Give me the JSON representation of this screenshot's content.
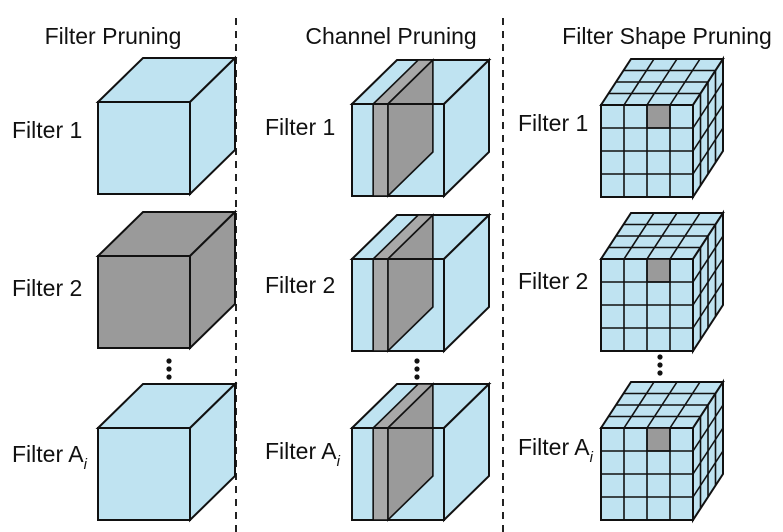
{
  "colors": {
    "kept": "#bfe3f1",
    "pruned": "#9a9a9a",
    "pruned_light": "#a8a8a8",
    "edge": "#111111"
  },
  "panels": [
    {
      "title": "Filter Pruning",
      "filters": [
        {
          "label": "Filter 1",
          "subscript": "",
          "state": "kept"
        },
        {
          "label": "Filter 2",
          "subscript": "",
          "state": "pruned"
        },
        {
          "label": "Filter A",
          "subscript": "i",
          "state": "kept"
        }
      ]
    },
    {
      "title": "Channel Pruning",
      "filters": [
        {
          "label": "Filter 1",
          "subscript": ""
        },
        {
          "label": "Filter 2",
          "subscript": ""
        },
        {
          "label": "Filter A",
          "subscript": "i"
        }
      ]
    },
    {
      "title": "Filter Shape Pruning",
      "filters": [
        {
          "label": "Filter 1",
          "subscript": ""
        },
        {
          "label": "Filter 2",
          "subscript": ""
        },
        {
          "label": "Filter A",
          "subscript": "i"
        }
      ]
    }
  ]
}
